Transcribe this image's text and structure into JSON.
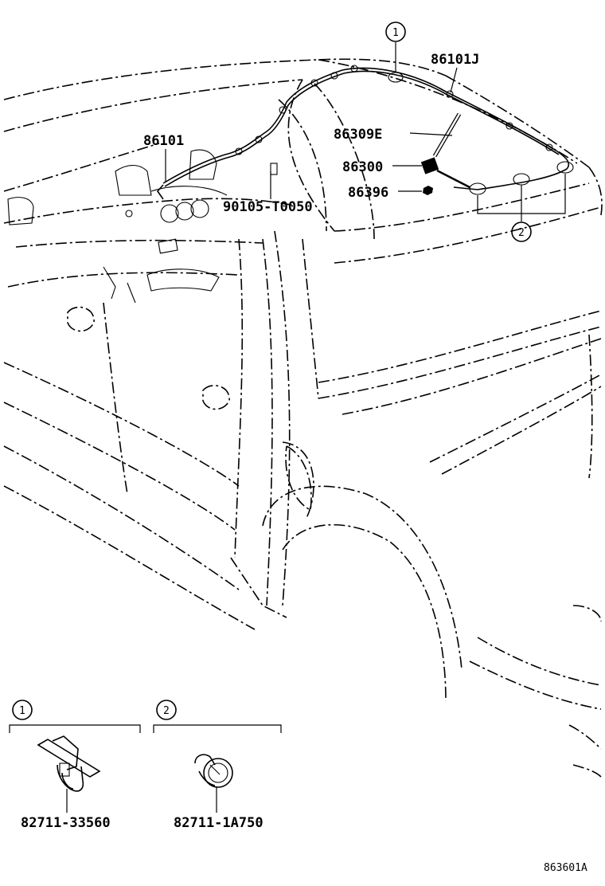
{
  "labels": {
    "p86101J": "86101J",
    "p86101": "86101",
    "p86309E": "86309E",
    "p86300": "86300",
    "p86396": "86396",
    "p90105": "90105-T0050",
    "p82711a": "82711-33560",
    "p82711b": "82711-1A750",
    "ref": "863601A"
  },
  "callouts": {
    "c1_top": "1",
    "c2_top": "2",
    "c1_inset": "1",
    "c2_inset": "2"
  }
}
